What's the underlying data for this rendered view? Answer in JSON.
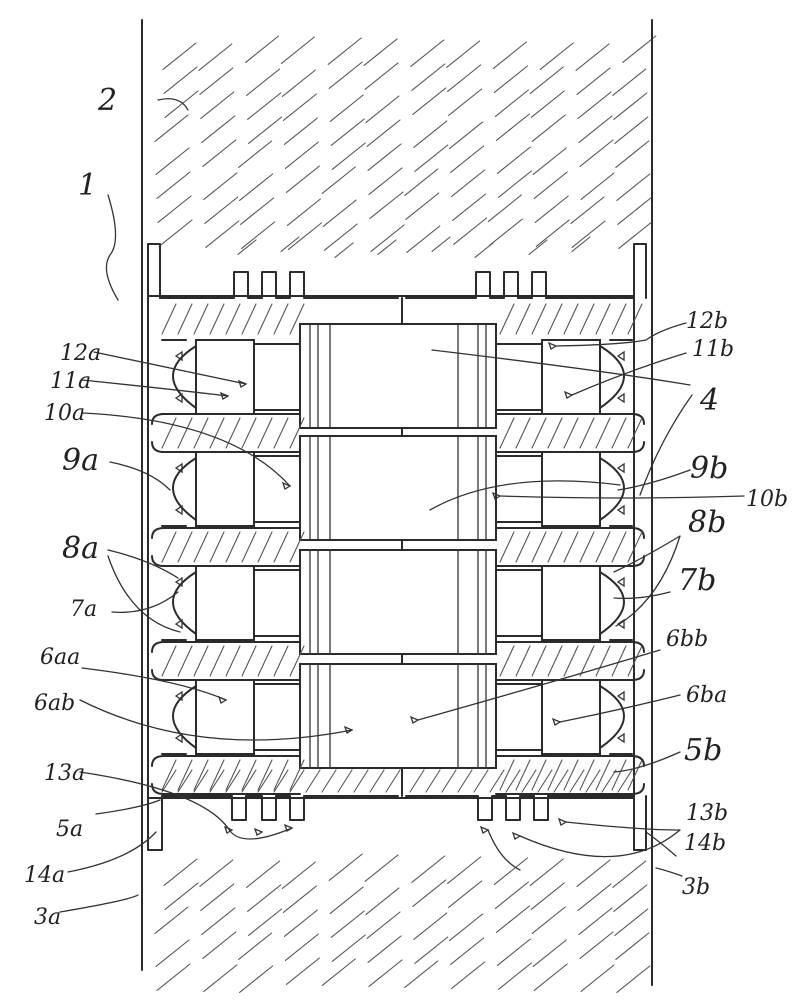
{
  "labels": {
    "l1": "1",
    "l2": "2",
    "l4": "4",
    "l12a": "12a",
    "l11a": "11a",
    "l10a": "10a",
    "l9a": "9a",
    "l8a": "8a",
    "l7a": "7a",
    "l6aa": "6aa",
    "l6ab": "6ab",
    "l13a": "13a",
    "l5a": "5a",
    "l14a": "14a",
    "l3a": "3a",
    "l12b": "12b",
    "l11b": "11b",
    "l9b": "9b",
    "l10b": "10b",
    "l8b": "8b",
    "l7b": "7b",
    "l6bb": "6bb",
    "l6ba": "6ba",
    "l5b": "5b",
    "l13b": "13b",
    "l14b": "14b",
    "l3b": "3b"
  }
}
